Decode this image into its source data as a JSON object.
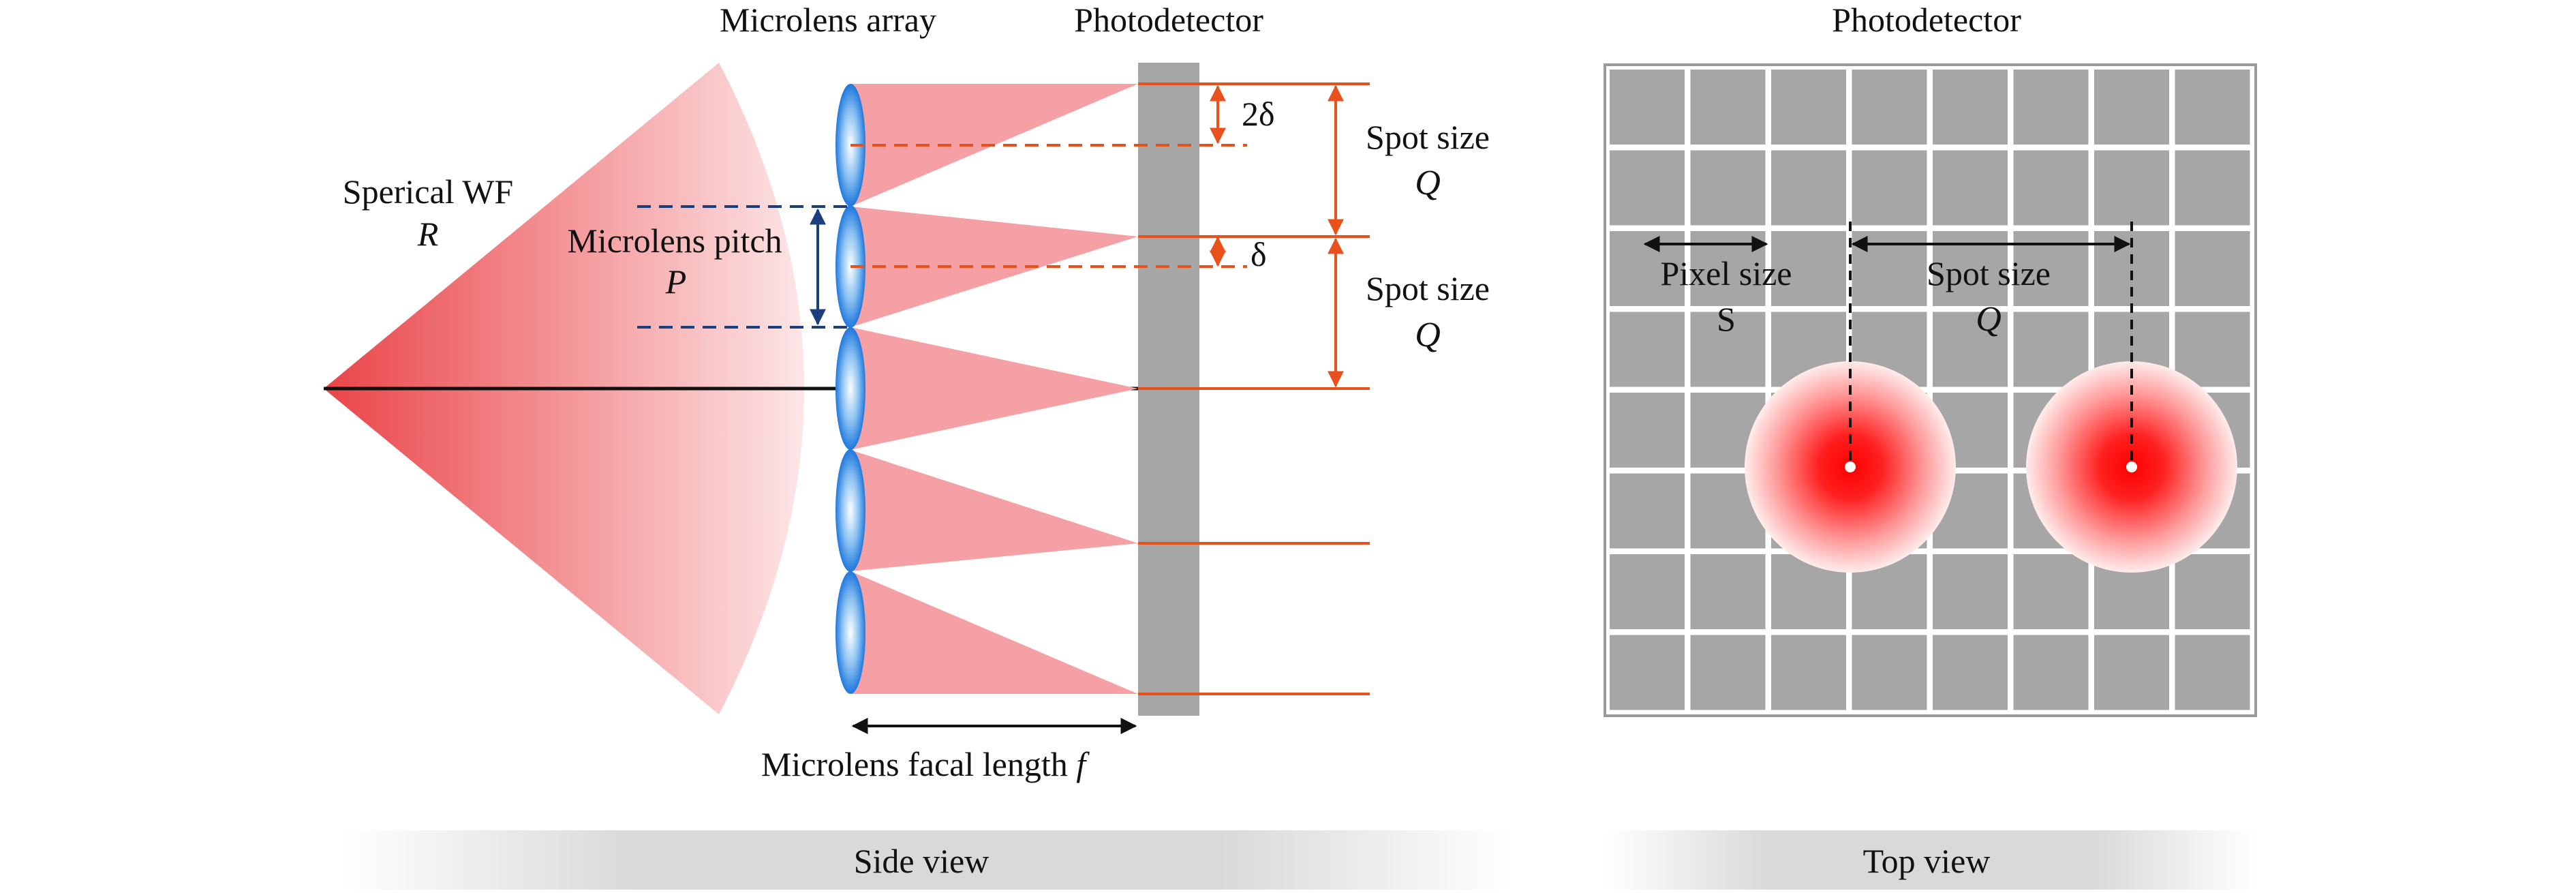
{
  "side_view": {
    "title_microlens_array": "Microlens array",
    "title_photodetector": "Photodetector",
    "label_wavefront": "Sperical WF",
    "label_wavefront_symbol": "R",
    "label_pitch": "Microlens pitch",
    "label_pitch_symbol": "P",
    "label_2delta": "2δ",
    "label_delta": "δ",
    "spot_label_1": "Spot size",
    "spot_symbol_1": "Q",
    "spot_label_2": "Spot size",
    "spot_symbol_2": "Q",
    "focal_label": "Microlens facal length ",
    "focal_symbol": "f",
    "banner": "Side view"
  },
  "top_view": {
    "title": "Photodetector",
    "pixel_label": "Pixel size",
    "pixel_symbol": "S",
    "spot_label": "Spot size",
    "spot_symbol": "Q",
    "banner": "Top view"
  },
  "colors": {
    "beam": "#f4a0a4",
    "wavefront": "#ea4448",
    "lens": "#2a82e4",
    "detector": "#a6a6a6",
    "ray_marker": "#e8501c",
    "pitch_marker": "#1b3f7a",
    "spot_center": "#ff0000"
  }
}
